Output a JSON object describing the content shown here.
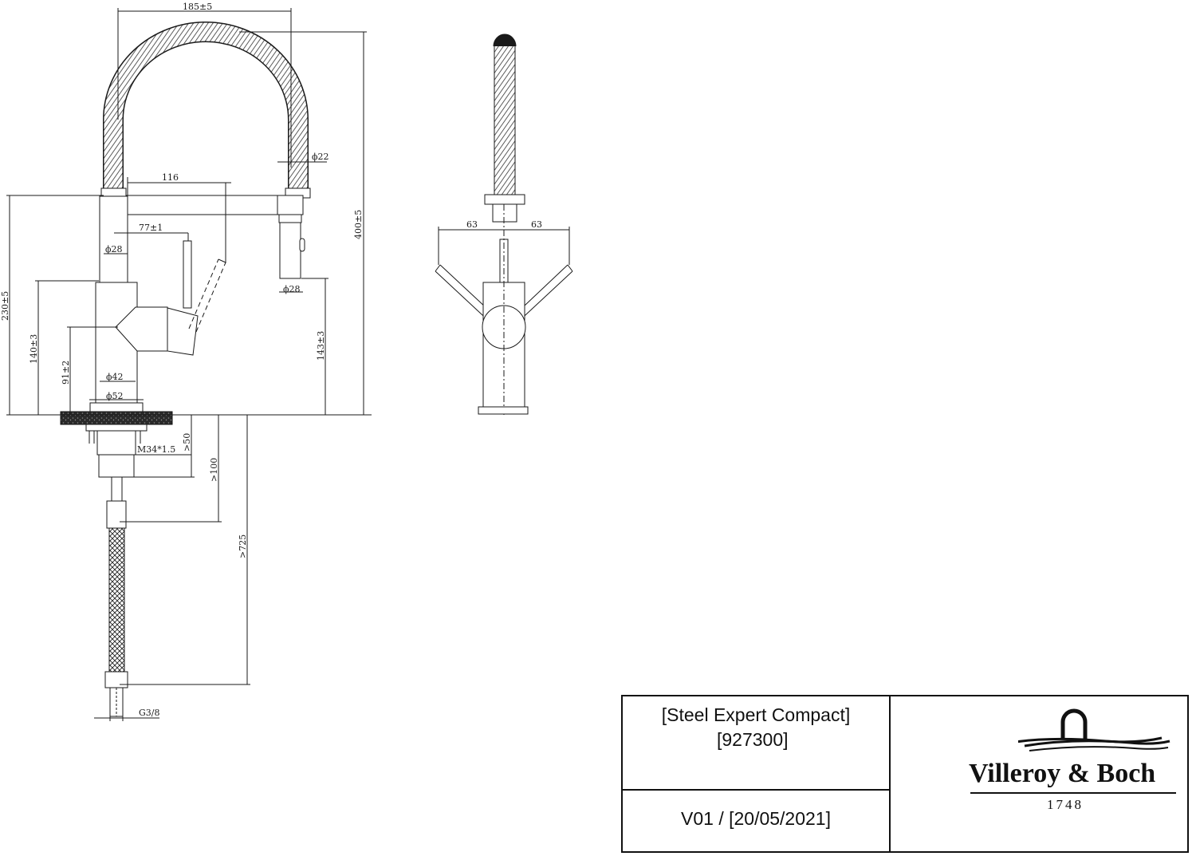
{
  "drawing": {
    "dimensions": {
      "top_width": "185±5",
      "hose_dia": "ϕ22",
      "spout_reach": "116",
      "lever_offset": "77±1",
      "body_dia_upper": "ϕ28",
      "spray_dia": "ϕ28",
      "total_height": "400±5",
      "spout_height": "230±5",
      "lever_axis_height": "140±3",
      "spray_bottom_height": "143±3",
      "handle_height": "91±2",
      "body_dia_lower": "ϕ42",
      "base_dia": "ϕ52",
      "thread": "M34*1.5",
      "min_50": ">50",
      "min_100": ">100",
      "min_725": ">725",
      "connection": "G3/8",
      "side_left": "63",
      "side_right": "63"
    }
  },
  "title_block": {
    "product_name": "[Steel Expert Compact]",
    "product_code": "[927300]",
    "version": "V01 / [20/05/2021]",
    "brand": "Villeroy & Boch",
    "year": "1748"
  }
}
